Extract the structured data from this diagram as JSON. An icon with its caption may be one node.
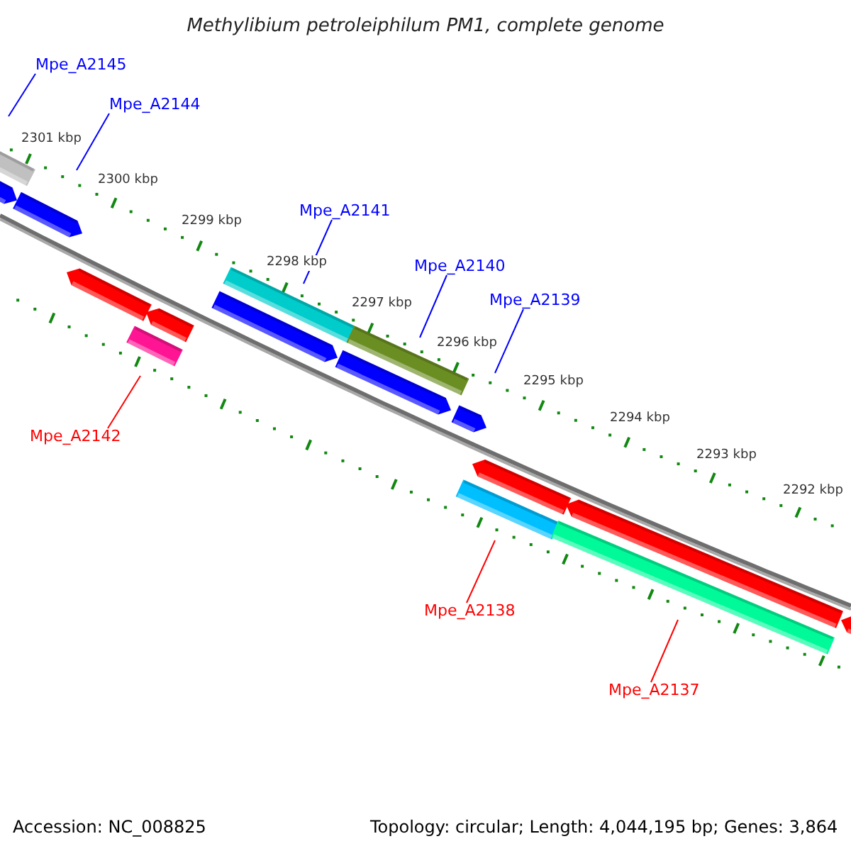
{
  "diagram": {
    "title": "Methylibium petroleiphilum PM1, complete genome",
    "nodes": [
      {
        "text": [
          "Mpe_A2145"
        ]
      },
      {
        "text": [
          "Mpe_A2144"
        ]
      },
      {
        "text": [
          "Mpe_A2141"
        ]
      },
      {
        "text": [
          "Mpe_A2140"
        ]
      },
      {
        "text": [
          "Mpe_A2139"
        ]
      },
      {
        "text": [
          "Mpe_A2142"
        ]
      },
      {
        "text": [
          "Mpe_A2138"
        ]
      },
      {
        "text": [
          "Mpe_A2137"
        ]
      }
    ],
    "edges": [
      {
        "from": 0,
        "to": null,
        "arrow": "none"
      },
      {
        "from": 1,
        "to": null,
        "arrow": "none"
      },
      {
        "from": 2,
        "to": null,
        "arrow": "none"
      },
      {
        "from": 3,
        "to": null,
        "arrow": "none"
      },
      {
        "from": 4,
        "to": null,
        "arrow": "none"
      },
      {
        "from": 5,
        "to": null,
        "arrow": "none",
        "color": "#ff0000"
      },
      {
        "from": 6,
        "to": null,
        "arrow": "none",
        "color": "#ff0000"
      },
      {
        "from": 7,
        "to": null,
        "arrow": "none",
        "color": "#ff0000"
      }
    ],
    "labels": [
      "2301 kbp",
      "2300 kbp",
      "2299 kbp",
      "2298 kbp",
      "2297 kbp",
      "2296 kbp",
      "2295 kbp",
      "2294 kbp",
      "2293 kbp",
      "2292 kbp",
      "Accession: NC_008825",
      "Topology: circular; Length: 4,044,195 bp; Genes: 3,864"
    ]
  }
}
